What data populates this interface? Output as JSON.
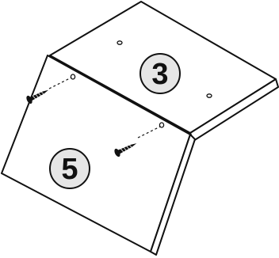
{
  "steps": {
    "top_panel_number": "3",
    "front_panel_number": "5"
  },
  "parts": {
    "screw_count": 2,
    "pilot_holes_top_panel": 2
  },
  "colors": {
    "line": "#111111",
    "panel_fill": "#ffffff",
    "badge_fill": "#e6e6e6"
  },
  "icons": {
    "screw": "screw-icon",
    "hole": "pilot-hole-icon"
  }
}
